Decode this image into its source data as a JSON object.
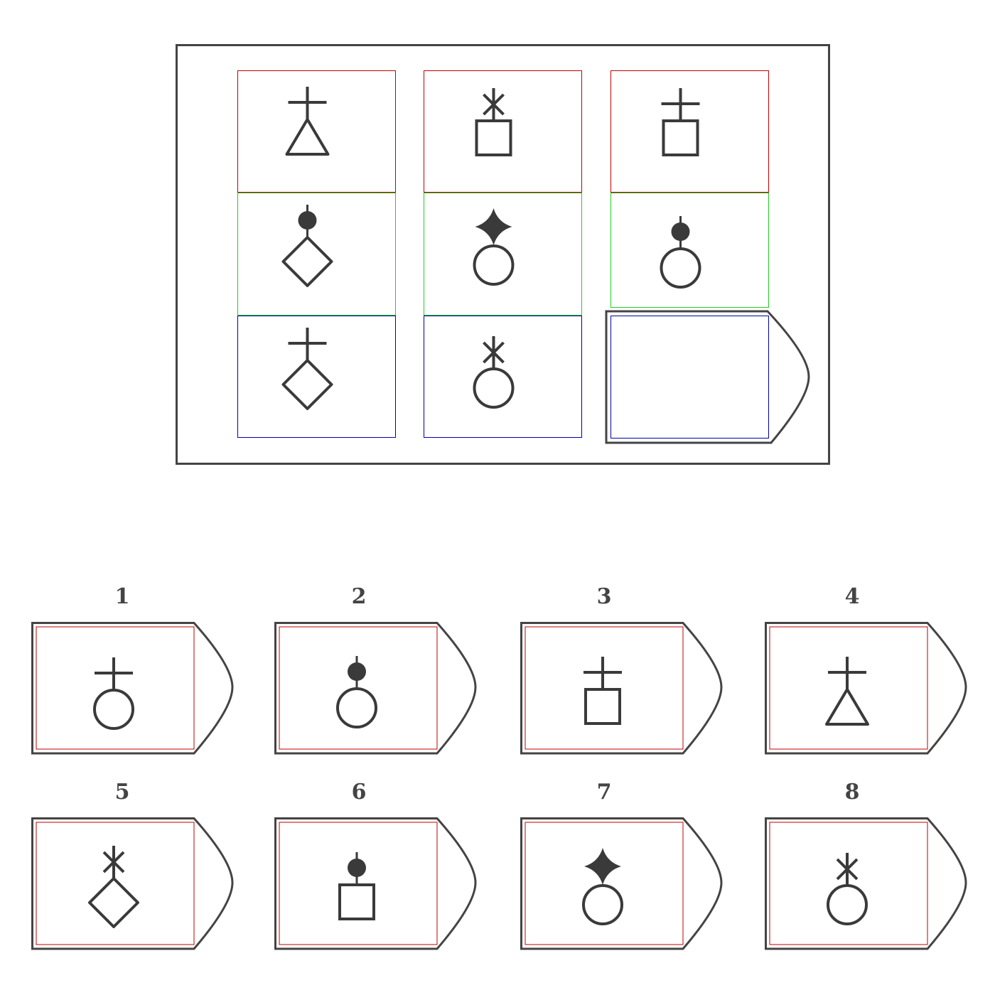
{
  "colors": {
    "frame": "#444444",
    "row1": "#c00000",
    "row2": "#22cc22",
    "row3": "#0000aa",
    "option": "#c00000",
    "glyph": "#3a3a3a"
  },
  "matrix": {
    "cells": [
      {
        "row": 1,
        "col": 1,
        "top": "plus",
        "bottom": "triangle"
      },
      {
        "row": 1,
        "col": 2,
        "top": "asterisk",
        "bottom": "square"
      },
      {
        "row": 1,
        "col": 3,
        "top": "plus",
        "bottom": "square"
      },
      {
        "row": 2,
        "col": 1,
        "top": "dot",
        "bottom": "diamond"
      },
      {
        "row": 2,
        "col": 2,
        "top": "star",
        "bottom": "circle"
      },
      {
        "row": 2,
        "col": 3,
        "top": "dot",
        "bottom": "circle"
      },
      {
        "row": 3,
        "col": 1,
        "top": "plus",
        "bottom": "diamond"
      },
      {
        "row": 3,
        "col": 2,
        "top": "asterisk",
        "bottom": "circle"
      },
      {
        "row": 3,
        "col": 3,
        "top": "",
        "bottom": "",
        "empty": true
      }
    ]
  },
  "options": [
    {
      "label": "1",
      "top": "plus",
      "bottom": "circle"
    },
    {
      "label": "2",
      "top": "dot",
      "bottom": "circle"
    },
    {
      "label": "3",
      "top": "plus",
      "bottom": "square"
    },
    {
      "label": "4",
      "top": "plus",
      "bottom": "triangle"
    },
    {
      "label": "5",
      "top": "asterisk",
      "bottom": "diamond"
    },
    {
      "label": "6",
      "top": "dot",
      "bottom": "square"
    },
    {
      "label": "7",
      "top": "star",
      "bottom": "circle"
    },
    {
      "label": "8",
      "top": "asterisk",
      "bottom": "circle"
    }
  ]
}
